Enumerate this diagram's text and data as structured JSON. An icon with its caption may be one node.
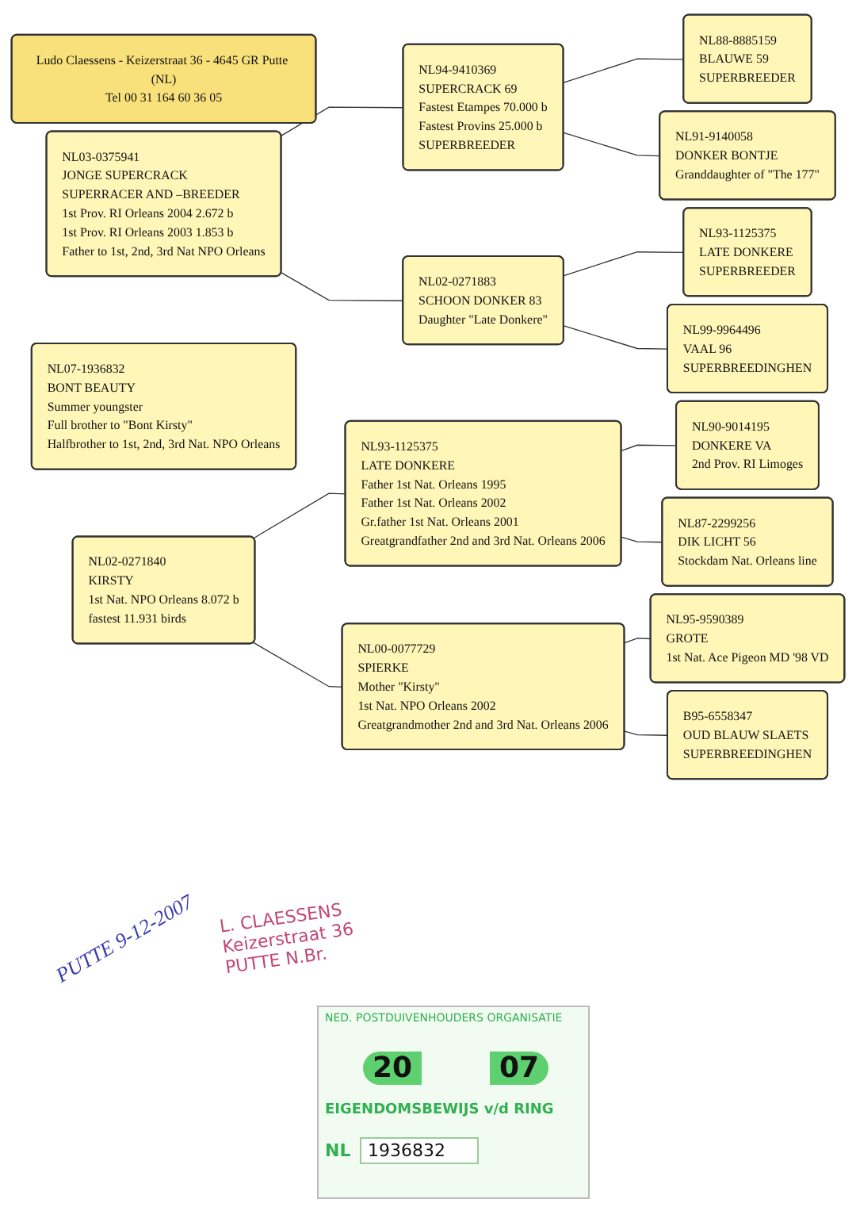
{
  "diagram": {
    "nodes": [
      {
        "text": [
          "Ludo Claessens - Keizerstraat 36 - 4645 GR Putte (NL)",
          "Tel 00 31 164 60 36 05"
        ]
      },
      {
        "text": [
          "NL03-0375941",
          "JONGE SUPERCRACK",
          "SUPERRACER AND –BREEDER",
          "1st Prov. RI Orleans 2004 2.672 b",
          "1st Prov. RI Orleans 2003 1.853 b",
          "Father to 1st, 2nd, 3rd Nat NPO Orleans"
        ]
      },
      {
        "text": [
          "NL07-1936832",
          "BONT BEAUTY",
          "Summer youngster",
          "Full brother to \"Bont Kirsty\"",
          "Halfbrother to 1st, 2nd, 3rd Nat. NPO Orleans"
        ]
      },
      {
        "text": [
          "NL02-0271840",
          "KIRSTY",
          "1st Nat. NPO Orleans 8.072 b",
          "fastest 11.931 birds"
        ]
      },
      {
        "text": [
          "NL94-9410369",
          "SUPERCRACK 69",
          "Fastest Etampes 70.000 b",
          "Fastest Provins 25.000 b",
          "SUPERBREEDER"
        ]
      },
      {
        "text": [
          "NL02-0271883",
          "SCHOON DONKER 83",
          "Daughter \"Late Donkere\""
        ]
      },
      {
        "text": [
          "NL93-1125375",
          "LATE DONKERE",
          "Father 1st Nat. Orleans 1995",
          "Father 1st Nat. Orleans 2002",
          "Gr.father 1st Nat. Orleans 2001",
          "Greatgrandfather 2nd and 3rd Nat. Orleans 2006"
        ]
      },
      {
        "text": [
          "NL00-0077729",
          "SPIERKE",
          "Mother \"Kirsty\"",
          "1st Nat. NPO Orleans 2002",
          "Greatgrandmother 2nd and 3rd Nat. Orleans 2006"
        ]
      },
      {
        "text": [
          "NL88-8885159",
          "BLAUWE 59",
          "SUPERBREEDER"
        ]
      },
      {
        "text": [
          "NL91-9140058",
          "DONKER BONTJE",
          "Granddaughter of \"The 177\""
        ]
      },
      {
        "text": [
          "NL93-1125375",
          "LATE DONKERE",
          "SUPERBREEDER"
        ]
      },
      {
        "text": [
          "NL99-9964496",
          "VAAL 96",
          "SUPERBREEDINGHEN"
        ]
      },
      {
        "text": [
          "NL90-9014195",
          "DONKERE VA",
          "2nd Prov. RI Limoges"
        ]
      },
      {
        "text": [
          "NL87-2299256",
          "DIK LICHT 56",
          "Stockdam Nat. Orleans line"
        ]
      },
      {
        "text": [
          "NL95-9590389",
          "GROTE",
          "1st Nat. Ace Pigeon MD '98 VD"
        ]
      },
      {
        "text": [
          "B95-6558347",
          "OUD BLAUW SLAETS",
          "SUPERBREEDINGHEN"
        ]
      }
    ],
    "edges": [
      {
        "from": 1,
        "to": 4,
        "arrow": "none"
      },
      {
        "from": 1,
        "to": 5,
        "arrow": "none"
      },
      {
        "from": 3,
        "to": 6,
        "arrow": "none"
      },
      {
        "from": 3,
        "to": 7,
        "arrow": "none"
      },
      {
        "from": 4,
        "to": 8,
        "arrow": "none"
      },
      {
        "from": 4,
        "to": 9,
        "arrow": "none"
      },
      {
        "from": 5,
        "to": 10,
        "arrow": "none"
      },
      {
        "from": 5,
        "to": 11,
        "arrow": "none"
      },
      {
        "from": 6,
        "to": 12,
        "arrow": "none"
      },
      {
        "from": 6,
        "to": 13,
        "arrow": "none"
      },
      {
        "from": 7,
        "to": 14,
        "arrow": "none"
      },
      {
        "from": 7,
        "to": 15,
        "arrow": "none"
      }
    ],
    "labels": [
      "PUTTE 9-12-2007",
      "L. CLAESSENS",
      "Keizerstraat 36",
      "PUTTE N.Br.",
      "NED. POSTDUIVENHOUDERS ORGANISATIE",
      "20",
      "07",
      "EIGENDOMSBEWIJS v/d RING",
      "NL",
      "1936832"
    ]
  }
}
